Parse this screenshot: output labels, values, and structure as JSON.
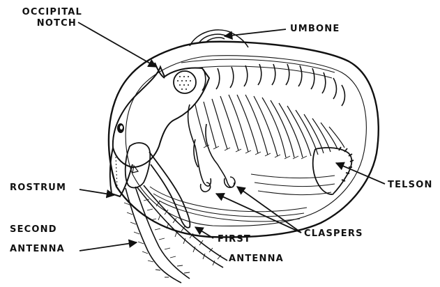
{
  "figure": {
    "labels": {
      "occipital_notch": [
        "OCCIPITAL",
        "NOTCH"
      ],
      "umbone": "UMBONE",
      "telson": "TELSON",
      "rostrum": "ROSTRUM",
      "second_antenna": [
        "SECOND",
        "ANTENNA"
      ],
      "first_antenna": [
        "FIRST",
        "ANTENNA"
      ],
      "claspers": "CLASPERS"
    },
    "colors": {
      "ink": "#111111",
      "paper": "#ffffff"
    }
  }
}
